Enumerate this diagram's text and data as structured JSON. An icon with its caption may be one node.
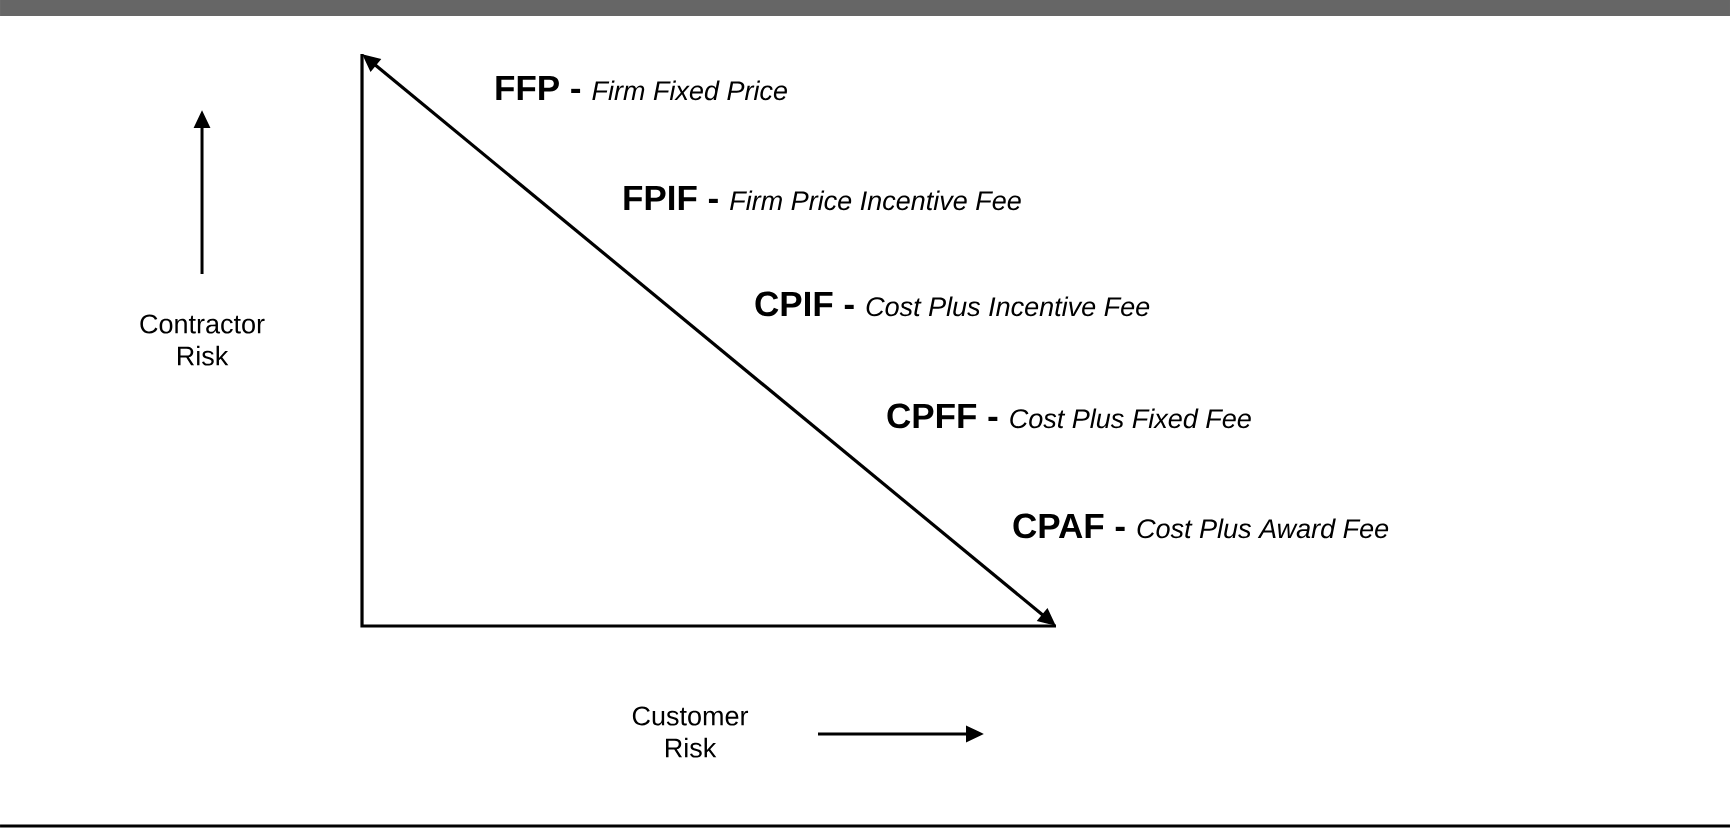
{
  "diagram": {
    "labels": [
      "Contractor Risk",
      "FFP -",
      "Firm Fixed Price",
      "FPIF -",
      "Firm Price Incentive Fee",
      "CPIF -",
      "Cost Plus Incentive Fee",
      "CPFF -",
      "Cost Plus Fixed Fee",
      "CPAF -",
      "Cost Plus Award Fee",
      "Customer Risk"
    ]
  }
}
